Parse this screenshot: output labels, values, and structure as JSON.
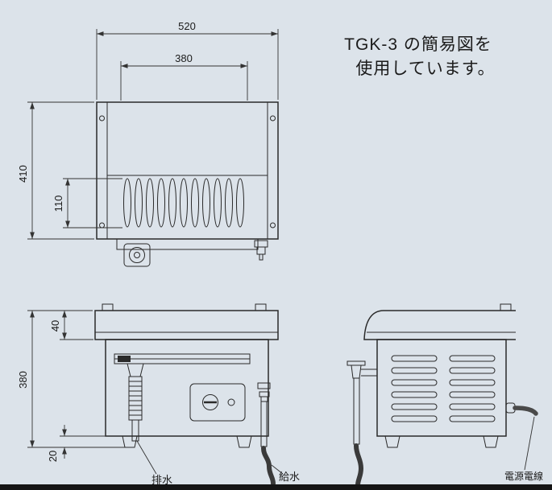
{
  "palette": {
    "background": "#dce3ea",
    "ink": "#2a2a2a",
    "photo_edge": "#151515"
  },
  "note": {
    "line1": "TGK-3 の簡易図を",
    "line2": "使用しています。"
  },
  "plan_view": {
    "dim_overall_width": "520",
    "dim_inner_width": "380",
    "dim_overall_depth": "410",
    "dim_burner_depth": "110"
  },
  "front_view": {
    "dim_top_height": "40",
    "dim_overall_height": "380",
    "dim_leg_height": "20",
    "label_drain": "排水",
    "label_water_supply": "給水"
  },
  "side_view": {
    "label_power_cable": "電源電線"
  }
}
